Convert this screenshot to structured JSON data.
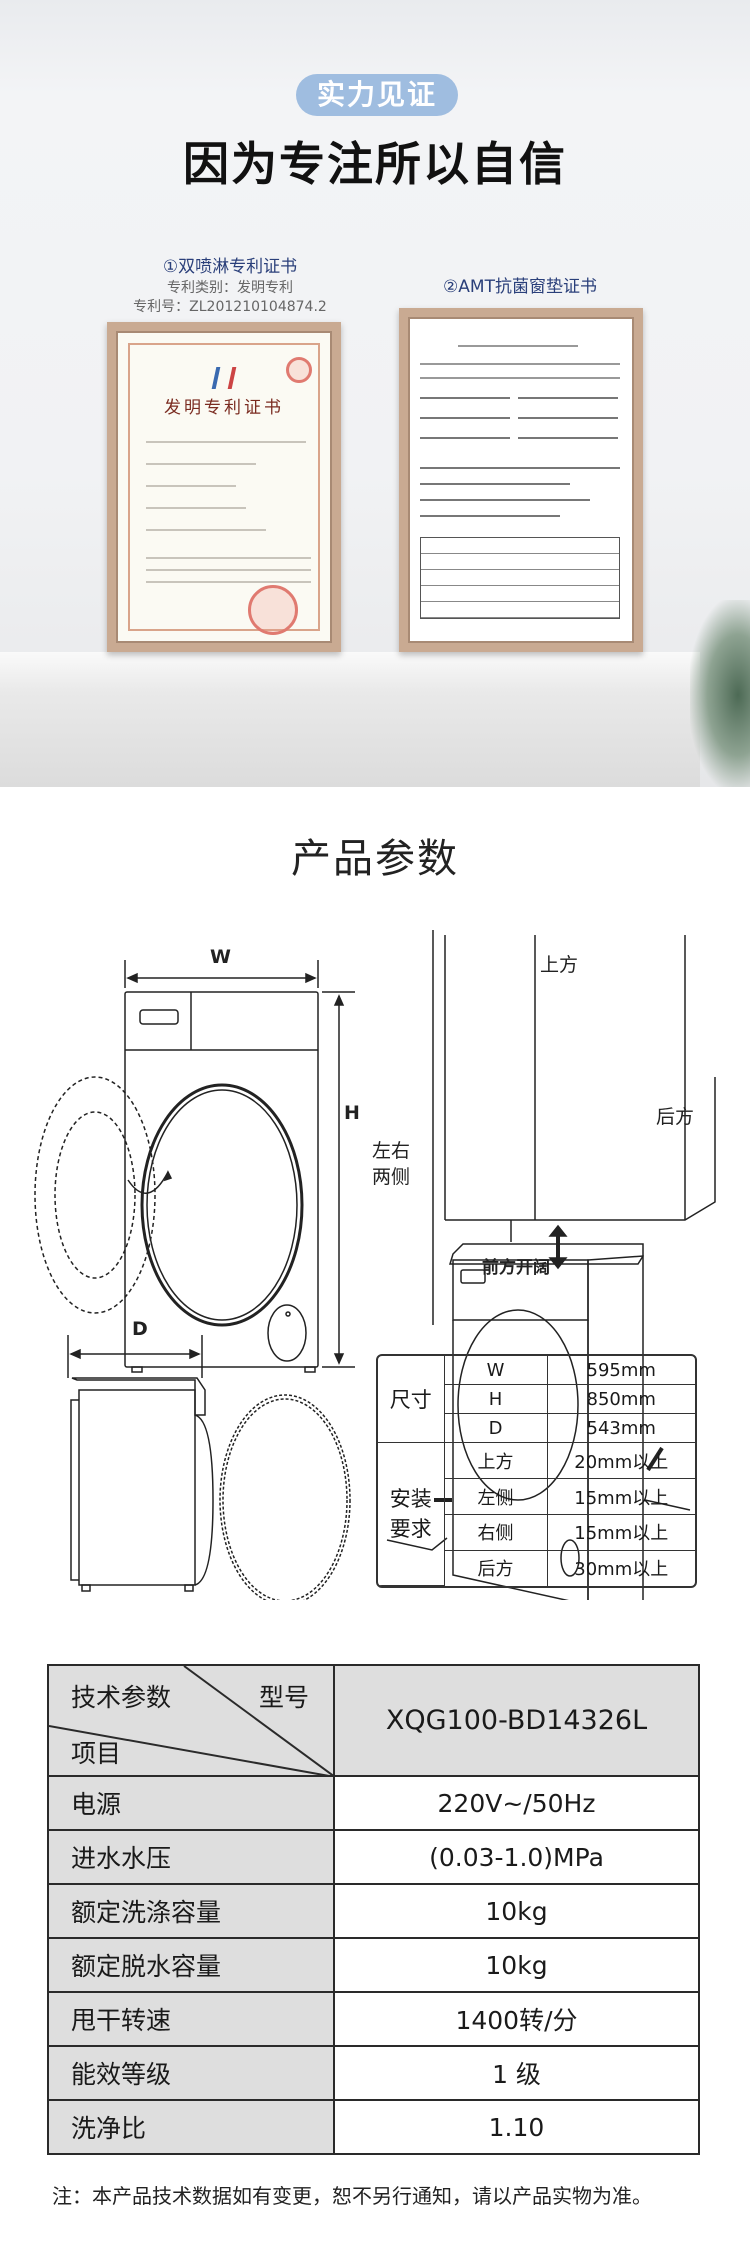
{
  "hero": {
    "badge": "实力见证",
    "title": "因为专注所以自信",
    "certificates": [
      {
        "caption": "①双喷淋专利证书",
        "type_line": "专利类别：发明专利",
        "number_line": "专利号：ZL201210104874.2",
        "doc_title": "发明专利证书"
      },
      {
        "caption": "②AMT抗菌窗垫证书"
      }
    ]
  },
  "params": {
    "title": "产品参数",
    "diagram_labels": {
      "w": "W",
      "h": "H",
      "d": "D",
      "top": "上方",
      "sides_1": "左右",
      "sides_2": "两侧",
      "back": "后方",
      "front": "前方开阔"
    },
    "dimensions": {
      "size_label": "尺寸",
      "install_label_1": "安装",
      "install_label_2": "要求",
      "size_rows": [
        {
          "k": "W",
          "v": "595mm"
        },
        {
          "k": "H",
          "v": "850mm"
        },
        {
          "k": "D",
          "v": "543mm"
        }
      ],
      "install_rows": [
        {
          "k": "上方",
          "v": "20mm以上"
        },
        {
          "k": "左侧",
          "v": "15mm以上"
        },
        {
          "k": "右侧",
          "v": "15mm以上"
        },
        {
          "k": "后方",
          "v": "30mm以上"
        }
      ]
    }
  },
  "spec": {
    "header_param": "技术参数",
    "header_model_label": "型号",
    "header_item": "项目",
    "model": "XQG100-BD14326L",
    "rows": [
      {
        "k": "电源",
        "v": "220V~/50Hz"
      },
      {
        "k": "进水水压",
        "v": "(0.03-1.0)MPa"
      },
      {
        "k": "额定洗涤容量",
        "v": "10kg"
      },
      {
        "k": "额定脱水容量",
        "v": "10kg"
      },
      {
        "k": "甩干转速",
        "v": "1400转/分"
      },
      {
        "k": "能效等级",
        "v": "1 级"
      },
      {
        "k": "洗净比",
        "v": "1.10"
      }
    ]
  },
  "note": "注：本产品技术数据如有变更，恕不另行通知，请以产品实物为准。"
}
